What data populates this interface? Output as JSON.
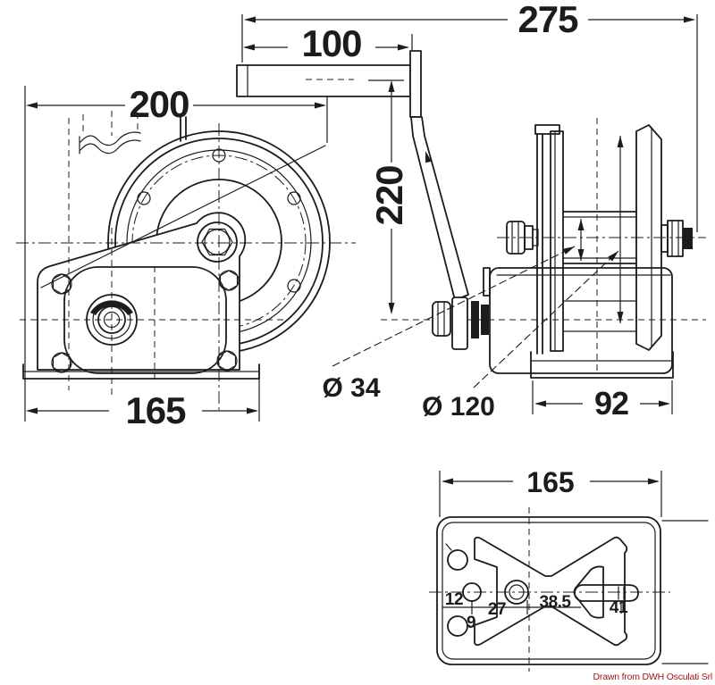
{
  "drawing": {
    "type": "technical-dimension-drawing",
    "subject": "manual trailer winch - side view, crank handle, front view and mounting base plate",
    "attribution": "Drawn from DWH Osculati Srl",
    "colors": {
      "line": "#1c1c1c",
      "background": "#ffffff",
      "attribution_text": "#9b1313"
    },
    "dimensions": {
      "side_view_width": "200",
      "side_view_base_width": "165",
      "crank_grip_length": "100",
      "crank_handle_length": "220",
      "front_view_overall": "275",
      "front_view_body": "92",
      "drum_core_diameter": "Ø 34",
      "drum_flange_diameter": "Ø 120",
      "base_plate_width": "165",
      "base_plate_spacing_1": "12",
      "base_plate_spacing_2": "27",
      "base_plate_spacing_3": "38.5",
      "base_plate_hole": "9",
      "base_plate_spacing_4": "41"
    }
  }
}
